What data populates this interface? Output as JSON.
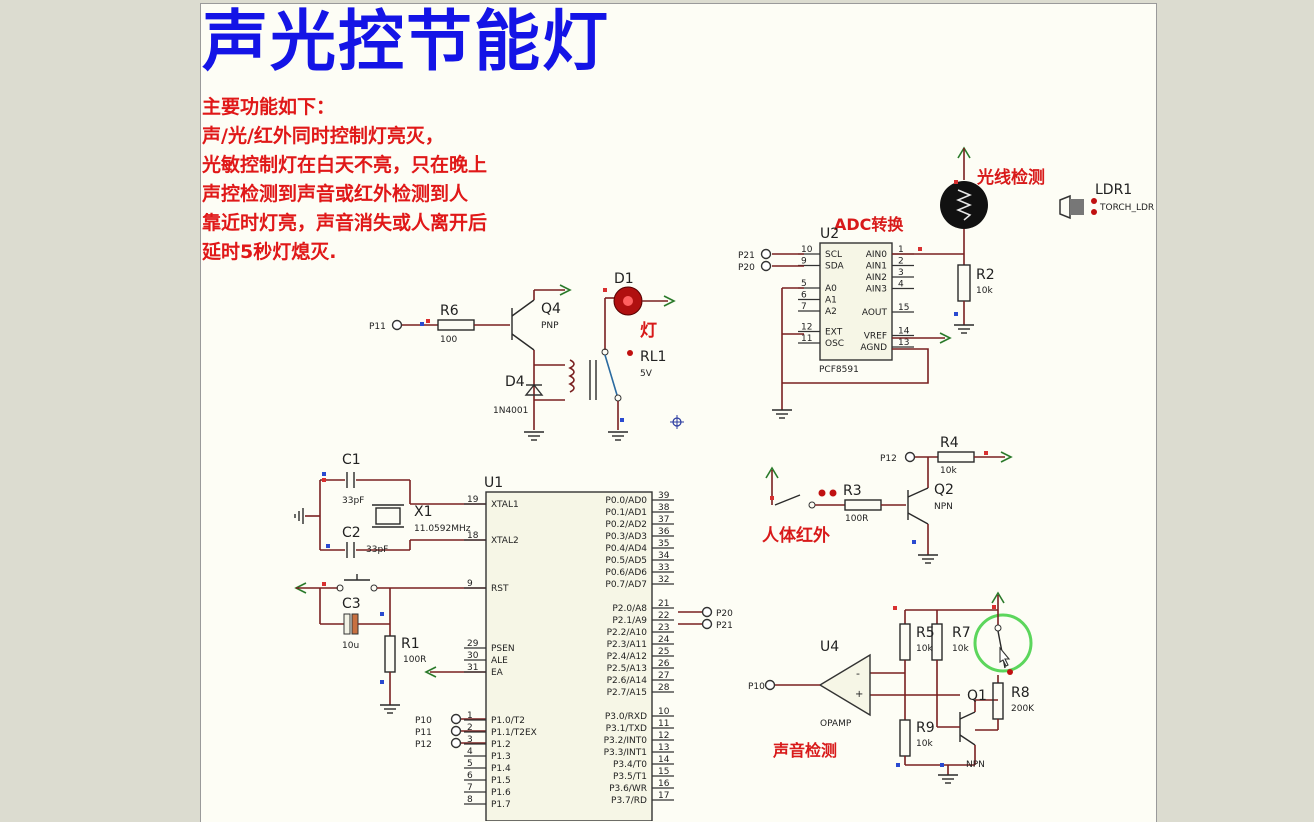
{
  "title": "声光控节能灯",
  "description": {
    "lines": [
      "主要功能如下：",
      "声/光/红外同时控制灯亮灭，",
      "光敏控制灯在白天不亮，只在晚上",
      "声控检测到声音或红外检测到人",
      "靠近时灯亮，声音消失或人离开后",
      "延时5秒灯熄灭."
    ]
  },
  "annotations": {
    "light_detect": "光线检测",
    "adc": "ADC转换",
    "lamp": "灯",
    "pir": "人体红外",
    "sound_detect": "声音检测"
  },
  "components": {
    "ldr1": {
      "ref": "LDR1",
      "value": "TORCH_LDR"
    },
    "r2": {
      "ref": "R2",
      "value": "10k"
    },
    "u2": {
      "ref": "U2",
      "part": "PCF8591",
      "left_pins": [
        {
          "num": "10",
          "name": "SCL"
        },
        {
          "num": "9",
          "name": "SDA"
        },
        {
          "num": "5",
          "name": "A0"
        },
        {
          "num": "6",
          "name": "A1"
        },
        {
          "num": "7",
          "name": "A2"
        },
        {
          "num": "12",
          "name": "EXT"
        },
        {
          "num": "11",
          "name": "OSC"
        }
      ],
      "right_pins": [
        {
          "num": "1",
          "name": "AIN0"
        },
        {
          "num": "2",
          "name": "AIN1"
        },
        {
          "num": "3",
          "name": "AIN2"
        },
        {
          "num": "4",
          "name": "AIN3"
        },
        {
          "num": "15",
          "name": "AOUT"
        },
        {
          "num": "14",
          "name": "VREF"
        },
        {
          "num": "13",
          "name": "AGND"
        }
      ]
    },
    "r6": {
      "ref": "R6",
      "value": "100"
    },
    "q4": {
      "ref": "Q4",
      "type": "PNP"
    },
    "d1": {
      "ref": "D1"
    },
    "rl1": {
      "ref": "RL1",
      "value": "5V"
    },
    "d4": {
      "ref": "D4",
      "value": "1N4001"
    },
    "c1": {
      "ref": "C1",
      "value": "33pF"
    },
    "c2": {
      "ref": "C2",
      "value": "33pF"
    },
    "x1": {
      "ref": "X1",
      "value": "11.0592MHz"
    },
    "c3": {
      "ref": "C3",
      "value": "10u"
    },
    "r1": {
      "ref": "R1",
      "value": "100R"
    },
    "u1": {
      "ref": "U1",
      "left_pins": [
        {
          "num": "19",
          "name": "XTAL1"
        },
        {
          "num": "18",
          "name": "XTAL2"
        },
        {
          "num": "9",
          "name": "RST"
        },
        {
          "num": "29",
          "name": "PSEN"
        },
        {
          "num": "30",
          "name": "ALE"
        },
        {
          "num": "31",
          "name": "EA"
        },
        {
          "num": "1",
          "name": "P1.0/T2"
        },
        {
          "num": "2",
          "name": "P1.1/T2EX"
        },
        {
          "num": "3",
          "name": "P1.2"
        },
        {
          "num": "4",
          "name": "P1.3"
        },
        {
          "num": "5",
          "name": "P1.4"
        },
        {
          "num": "6",
          "name": "P1.5"
        },
        {
          "num": "7",
          "name": "P1.6"
        },
        {
          "num": "8",
          "name": "P1.7"
        }
      ],
      "right_pins": [
        {
          "num": "39",
          "name": "P0.0/AD0"
        },
        {
          "num": "38",
          "name": "P0.1/AD1"
        },
        {
          "num": "37",
          "name": "P0.2/AD2"
        },
        {
          "num": "36",
          "name": "P0.3/AD3"
        },
        {
          "num": "35",
          "name": "P0.4/AD4"
        },
        {
          "num": "34",
          "name": "P0.5/AD5"
        },
        {
          "num": "33",
          "name": "P0.6/AD6"
        },
        {
          "num": "32",
          "name": "P0.7/AD7"
        },
        {
          "num": "21",
          "name": "P2.0/A8"
        },
        {
          "num": "22",
          "name": "P2.1/A9"
        },
        {
          "num": "23",
          "name": "P2.2/A10"
        },
        {
          "num": "24",
          "name": "P2.3/A11"
        },
        {
          "num": "25",
          "name": "P2.4/A12"
        },
        {
          "num": "26",
          "name": "P2.5/A13"
        },
        {
          "num": "27",
          "name": "P2.6/A14"
        },
        {
          "num": "28",
          "name": "P2.7/A15"
        },
        {
          "num": "10",
          "name": "P3.0/RXD"
        },
        {
          "num": "11",
          "name": "P3.1/TXD"
        },
        {
          "num": "12",
          "name": "P3.2/INT0"
        },
        {
          "num": "13",
          "name": "P3.3/INT1"
        },
        {
          "num": "14",
          "name": "P3.4/T0"
        },
        {
          "num": "15",
          "name": "P3.5/T1"
        },
        {
          "num": "16",
          "name": "P3.6/WR"
        },
        {
          "num": "17",
          "name": "P3.7/RD"
        }
      ]
    },
    "r4": {
      "ref": "R4",
      "value": "10k"
    },
    "r3": {
      "ref": "R3",
      "value": "100R"
    },
    "q2": {
      "ref": "Q2",
      "type": "NPN"
    },
    "u4": {
      "ref": "U4",
      "type": "OPAMP"
    },
    "r5": {
      "ref": "R5",
      "value": "10k"
    },
    "r7": {
      "ref": "R7",
      "value": "10k"
    },
    "r8": {
      "ref": "R8",
      "value": "200K"
    },
    "r9": {
      "ref": "R9",
      "value": "10k"
    },
    "q1": {
      "ref": "Q1",
      "type": "NPN"
    }
  },
  "net_labels": {
    "p21": "P21",
    "p20": "P20",
    "p11": "P11",
    "p12": "P12",
    "p10": "P10"
  },
  "colors": {
    "title": "#1414e6",
    "annotation": "#e01818",
    "wire": "#7a2020",
    "power_arrow": "#2a7a2a",
    "cursor_ring": "#5cd65c"
  }
}
